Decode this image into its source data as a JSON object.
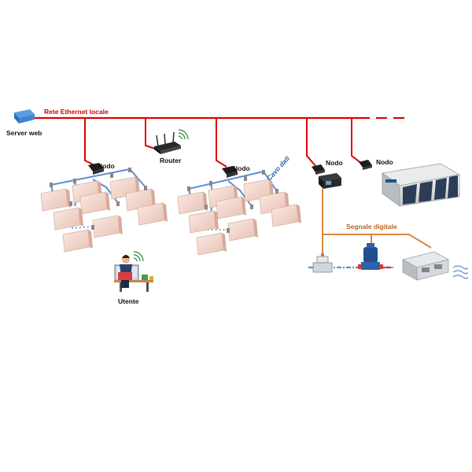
{
  "labels": {
    "ethernet": "Rete Ethernet locale",
    "server": "Server web",
    "router": "Router",
    "node1": "Nodo",
    "node2": "Nodo",
    "node3": "Nodo",
    "node4": "Nodo",
    "data_cable": "Cavo dati",
    "digital_signal": "Segnale digitale",
    "user": "Utente"
  },
  "colors": {
    "ethernet_line": "#e00000",
    "data_cable": "#5b8fd0",
    "digital_signal": "#d9883a",
    "panel_fill": "#f3d6cc",
    "device_dark": "#1c1c1c"
  }
}
